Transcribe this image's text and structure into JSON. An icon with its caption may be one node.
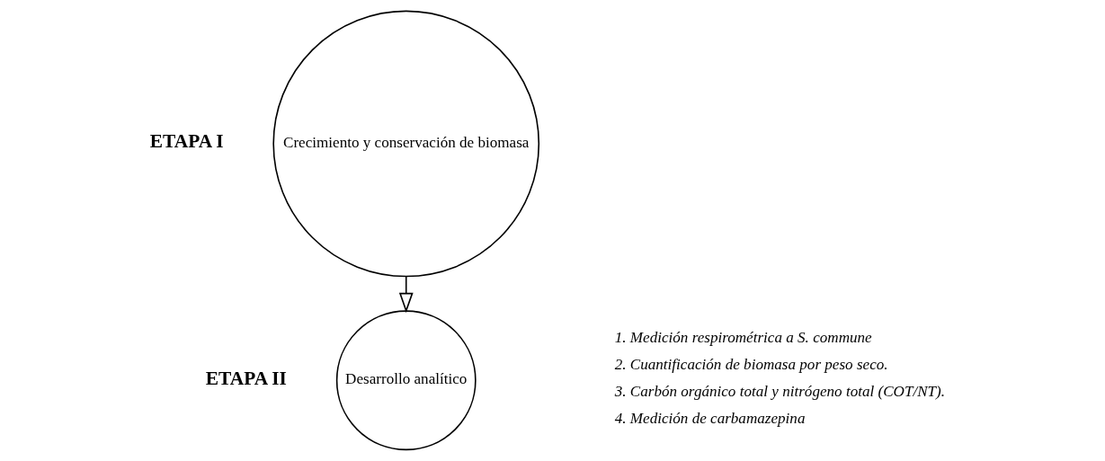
{
  "diagram": {
    "nodes": [
      {
        "text": [
          "Crecimiento y conservación de biomasa"
        ],
        "beside": [
          "ETAPA I"
        ]
      },
      {
        "text": [
          "Desarrollo analítico"
        ],
        "beside": [
          "ETAPA II"
        ]
      }
    ],
    "edges": [
      {
        "from": 0,
        "to": 1,
        "arrow": "to"
      }
    ],
    "labels": [
      "1. Medición respirométrica a S. commune",
      "2. Cuantificación de biomasa por peso seco.",
      "3. Carbón orgánico total y nitrógeno total (COT/NT).",
      "4. Medición de carbamazepina"
    ]
  }
}
